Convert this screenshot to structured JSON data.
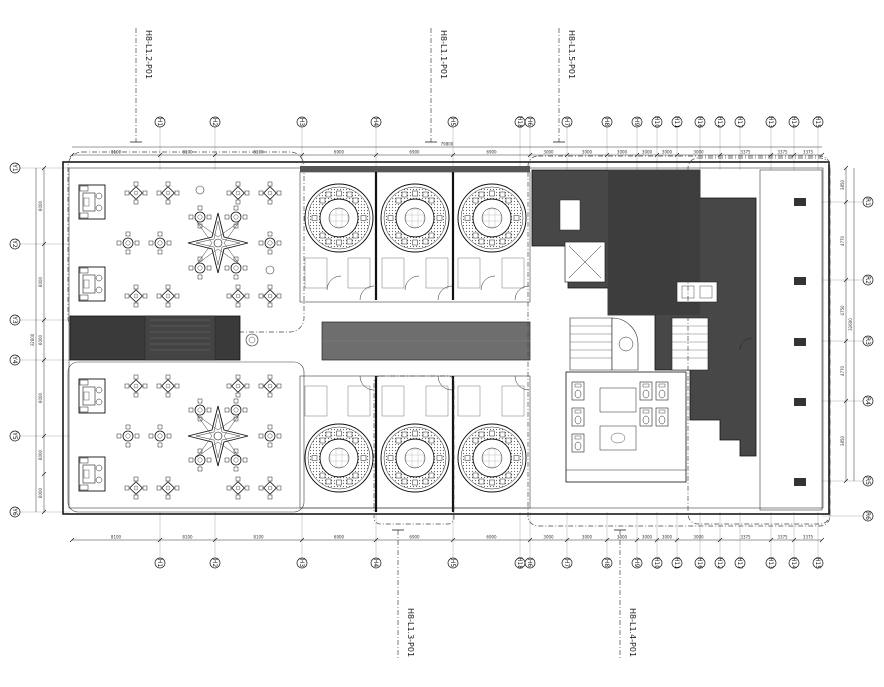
{
  "drawing": {
    "section_refs": {
      "top": [
        "H8-L1.2-P01",
        "H8-L1.1-P01",
        "H8-L1.5-P01"
      ],
      "bottom": [
        "H8-L1.3-P01",
        "H8-L1.4-P01"
      ]
    },
    "grid_columns": [
      "H1",
      "H2",
      "H3",
      "H4",
      "H5",
      "H6",
      "H7",
      "H8",
      "H9",
      "H10",
      "H11",
      "H12",
      "H13",
      "H14",
      "H15",
      "H16",
      "H17",
      "H18"
    ],
    "grid_rows_left": [
      "Y1",
      "Y2",
      "Y3",
      "Y4",
      "Y5",
      "Y6"
    ],
    "grid_rows_right": [
      "R1",
      "R2",
      "R3",
      "R4",
      "R5",
      "R6"
    ],
    "dims_top": [
      "8100",
      "8100",
      "8100",
      "6900",
      "6900",
      "6900",
      "3000",
      "3000",
      "3000",
      "3000",
      "3000",
      "3000",
      "3375",
      "3375",
      "3375"
    ],
    "dims_top_total": "79800",
    "dims_bottom": [
      "8100",
      "8100",
      "8100",
      "6900",
      "6900",
      "6900",
      "3000",
      "3000",
      "3000",
      "3000",
      "3000",
      "3000",
      "3375",
      "3375",
      "3375"
    ],
    "dims_left": [
      "6000",
      "6000",
      "6000",
      "6000",
      "6000",
      "6000"
    ],
    "dims_left_total": "32600",
    "dims_right": [
      "3850",
      "4770",
      "4750",
      "4770",
      "3850"
    ],
    "dims_right_total": "32600"
  }
}
